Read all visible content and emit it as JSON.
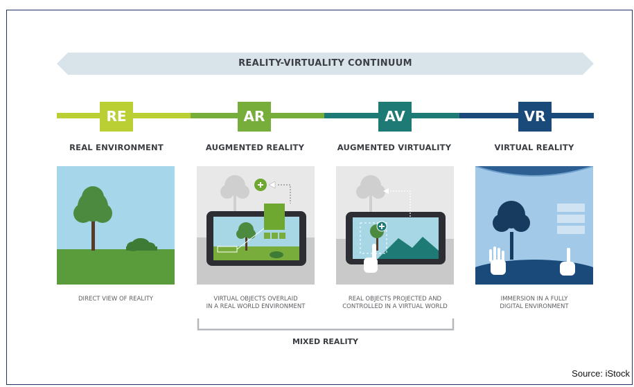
{
  "continuum_title": "REALITY-VIRTUALITY CONTINUUM",
  "stages": [
    {
      "code": "RE",
      "title": "REAL ENVIRONMENT",
      "caption_lines": [
        "DIRECT VIEW OF REALITY"
      ],
      "color": "#b9cf33"
    },
    {
      "code": "AR",
      "title": "AUGMENTED REALITY",
      "caption_lines": [
        "VIRTUAL OBJECTS OVERLAID",
        "IN A REAL WORLD ENVIRONMENT"
      ],
      "color": "#77ad3a"
    },
    {
      "code": "AV",
      "title": "AUGMENTED VIRTUALITY",
      "caption_lines": [
        "REAL OBJECTS PROJECTED AND",
        "CONTROLLED IN A VIRTUAL WORLD"
      ],
      "color": "#1d7a74"
    },
    {
      "code": "VR",
      "title": "VIRTUAL REALITY",
      "caption_lines": [
        "IMMERSION IN A FULLY",
        "DIGITAL ENVIRONMENT"
      ],
      "color": "#1a4a7a"
    }
  ],
  "mixed_reality_label": "MIXED REALITY",
  "source": "Source: iStock",
  "colors": {
    "banner": "#d9e4ea",
    "text": "#3a3d42"
  }
}
